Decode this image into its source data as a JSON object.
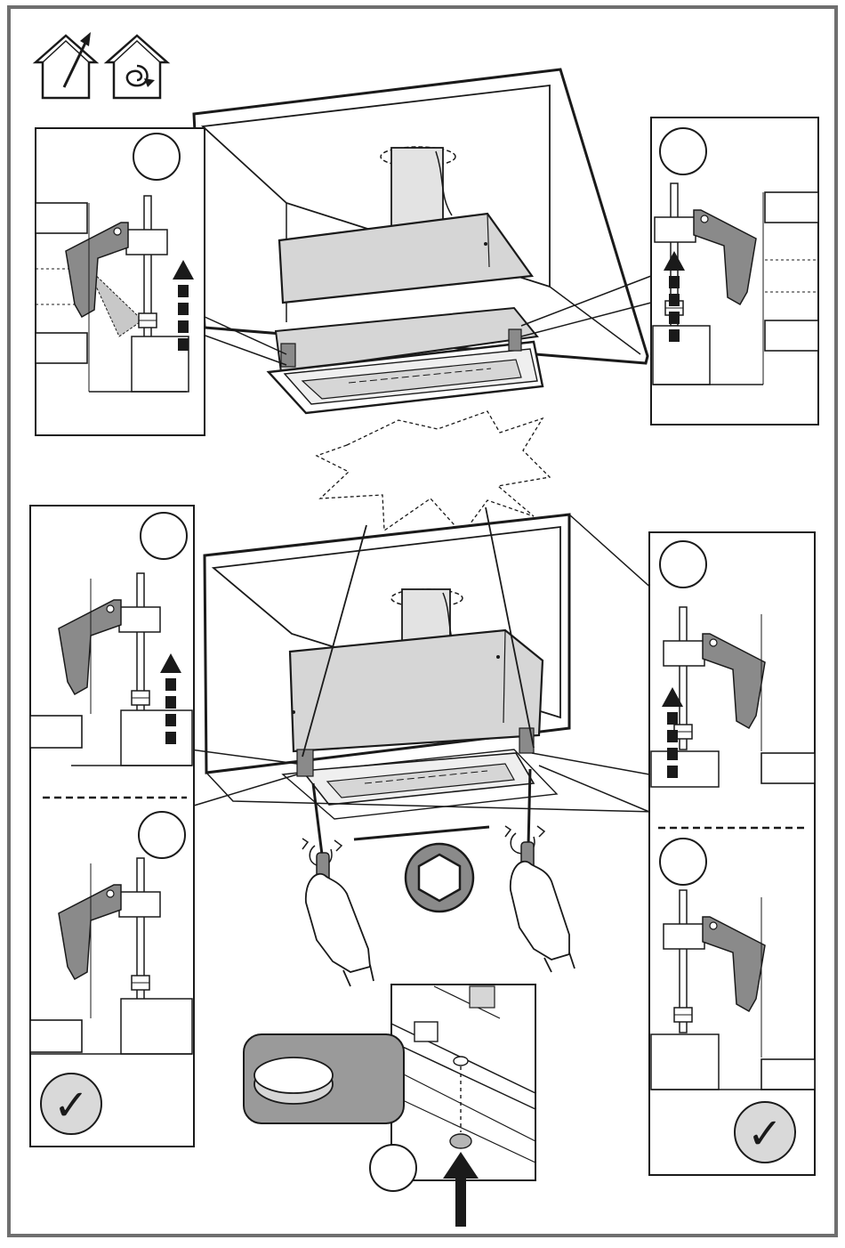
{
  "document": {
    "kind": "installation-instruction-page",
    "icons": [
      "ducted-extraction-icon",
      "recirculation-icon"
    ]
  },
  "colors": {
    "frame": "#6f6f6f",
    "line": "#1a1a1a",
    "hood_fill": "#d6d6d6",
    "hood_dark": "#b5b5b5",
    "bracket_fill": "#8a8a8a",
    "bracket_shadow": "#c8c8c8",
    "check_circle_fill": "#d9d9d9",
    "plug_panel_fill": "#9a9a9a"
  },
  "panels": {
    "step_circles": [
      {
        "id": "top-left",
        "label": ""
      },
      {
        "id": "top-right",
        "label": ""
      },
      {
        "id": "mid-left-upper",
        "label": ""
      },
      {
        "id": "mid-left-lower",
        "label": ""
      },
      {
        "id": "mid-right-upper",
        "label": ""
      },
      {
        "id": "mid-right-lower",
        "label": ""
      },
      {
        "id": "bottom-plug",
        "label": ""
      }
    ],
    "confirmations": [
      {
        "id": "left-check",
        "symbol": "✓"
      },
      {
        "id": "right-check",
        "symbol": "✓"
      }
    ],
    "tool": "hex-socket-icon"
  }
}
